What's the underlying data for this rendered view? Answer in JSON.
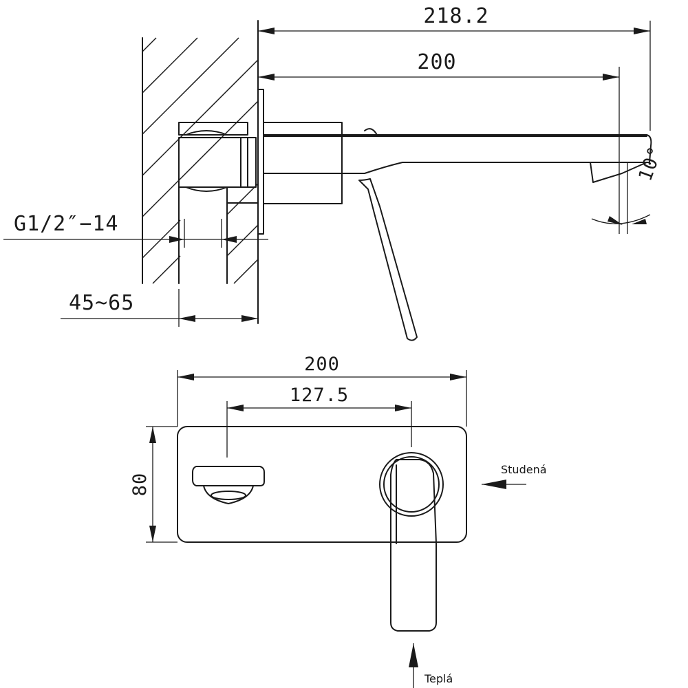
{
  "side_view": {
    "dim_total": "218.2",
    "dim_spout": "200",
    "dim_thread": "G1/2″−14",
    "dim_wall_depth": "45~65",
    "dim_angle": "10°"
  },
  "front_view": {
    "dim_plate_width": "200",
    "dim_center_distance": "127.5",
    "dim_plate_height": "80",
    "label_cold": "Studená",
    "label_hot": "Teplá"
  }
}
